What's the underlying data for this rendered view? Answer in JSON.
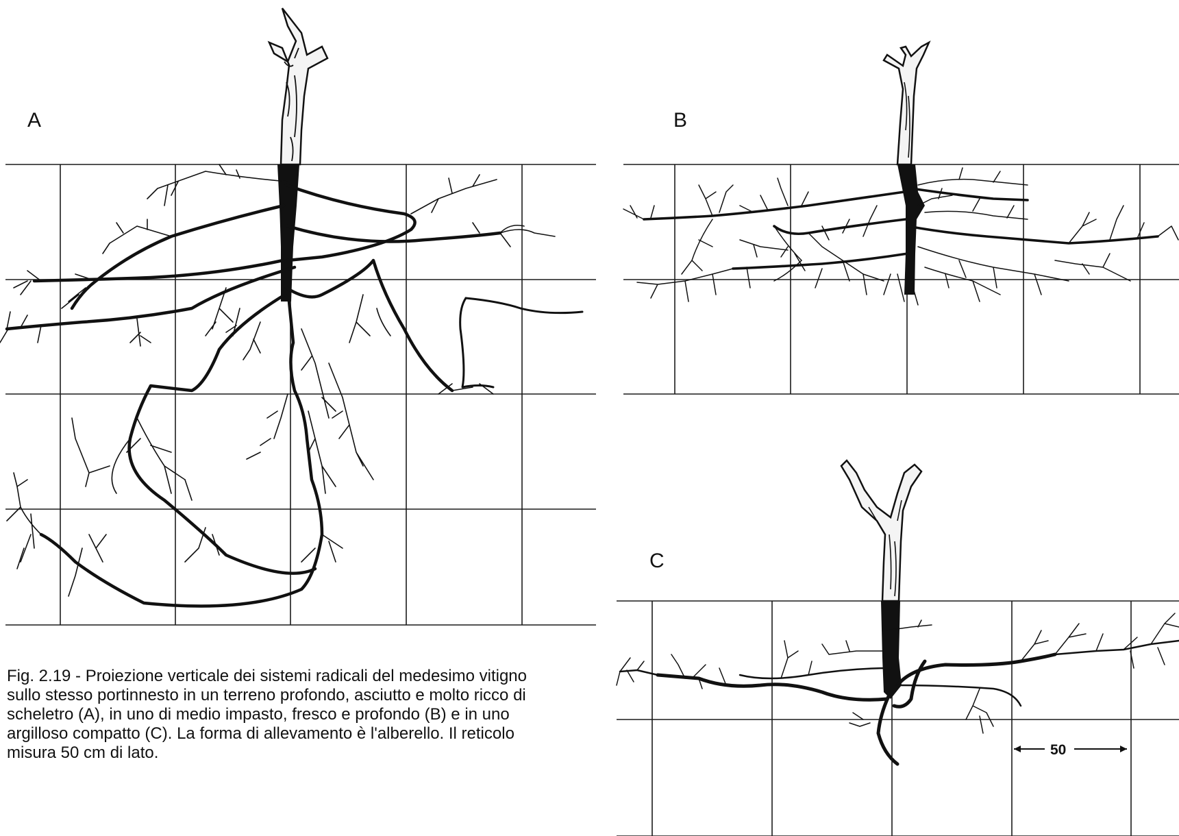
{
  "panels": [
    {
      "label": "A"
    },
    {
      "label": "B"
    },
    {
      "label": "C"
    }
  ],
  "scale_bar": {
    "value": "50"
  },
  "caption": {
    "text": "Fig. 2.19 - Proiezione verticale dei sistemi radicali del medesimo vitigno sullo stesso portinnesto in un terreno profondo, asciutto e molto ricco di scheletro (A), in uno di medio impasto, fresco e profondo (B) e in uno argilloso compatto (C). La forma di allevamento è l'alberello. Il reticolo misura 50 cm di lato."
  },
  "colors": {
    "ink": "#111111",
    "paper": "#ffffff"
  }
}
